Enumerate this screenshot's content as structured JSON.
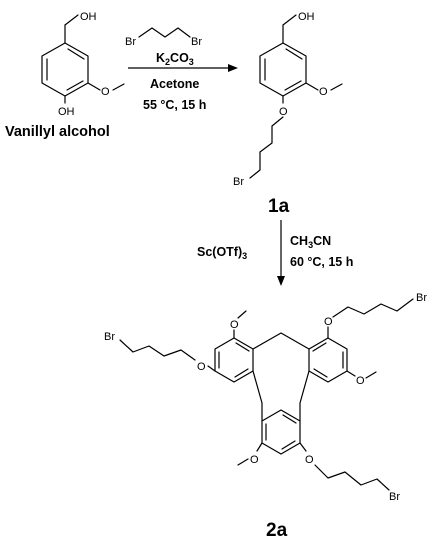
{
  "atoms": {
    "OH": "OH",
    "O": "O",
    "Br": "Br"
  },
  "reaction1": {
    "reagent": "K2CO3",
    "reagent_base": "K",
    "reagent_sub1": "2",
    "reagent_mid": "CO",
    "reagent_sub2": "3",
    "solvent": "Acetone",
    "conditions": "55 °C, 15 h"
  },
  "reaction2": {
    "catalyst_base": "Sc(OTf)",
    "catalyst_sub": "3",
    "solvent_base": "CH",
    "solvent_sub": "3",
    "solvent_rest": "CN",
    "conditions": "60 °C, 15 h"
  },
  "compounds": {
    "starting_material": "Vanillyl alcohol",
    "intermediate": "1a",
    "product": "2a"
  }
}
